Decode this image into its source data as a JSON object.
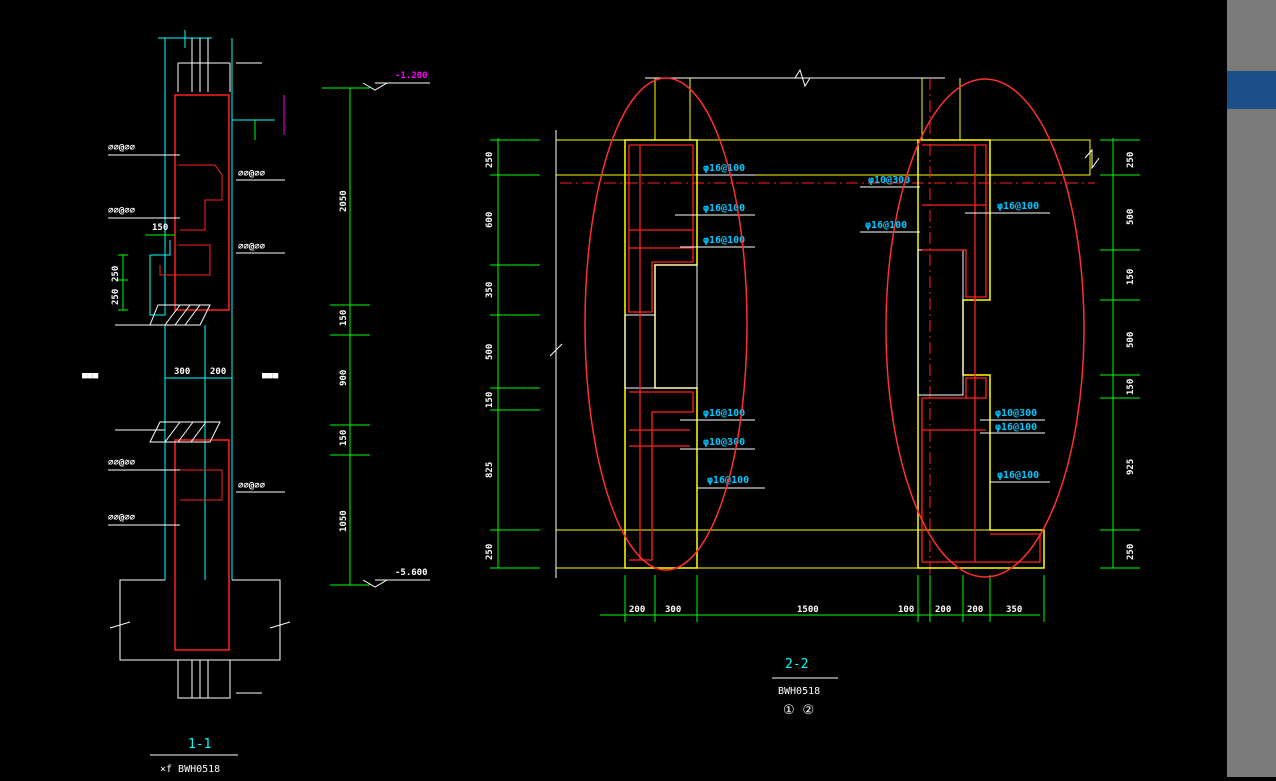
{
  "section_1_1": {
    "title": "1-1",
    "subtitle": "×f BWH0518",
    "top_elevation": "-1.200",
    "bottom_elevation": "-5.600",
    "thicknesses": [
      "300",
      "200"
    ],
    "vertical_dims": [
      "2050",
      "150",
      "900",
      "150",
      "1050"
    ],
    "small_dims": [
      "250",
      "250",
      "150"
    ],
    "labels_left": [
      "∅∅@∅∅",
      "∅∅@∅∅",
      "∅∅@∅∅",
      "∅∅@∅∅"
    ],
    "labels_right": [
      "∅∅@∅∅",
      "∅∅@∅∅",
      "∅∅@∅∅"
    ],
    "side_left": "■■■",
    "side_right": "■■■"
  },
  "section_2_2": {
    "title": "2-2",
    "subtitle": "BWH0518",
    "refs": "① ②",
    "bottom_dims": [
      "200",
      "300",
      "1500",
      "100",
      "200",
      "200",
      "350"
    ],
    "left_dims": [
      "250",
      "600",
      "350",
      "500",
      "150",
      "825",
      "250"
    ],
    "right_dims": [
      "250",
      "500",
      "150",
      "500",
      "150",
      "925",
      "250"
    ],
    "rebar_left": [
      "φ16@100",
      "φ16@100",
      "φ16@100",
      "φ16@100",
      "φ10@300",
      "φ16@100"
    ],
    "rebar_mid": [
      "φ10@300",
      "φ16@100"
    ],
    "rebar_right": [
      "φ16@100",
      "φ10@300",
      "φ16@100",
      "φ16@100"
    ]
  }
}
